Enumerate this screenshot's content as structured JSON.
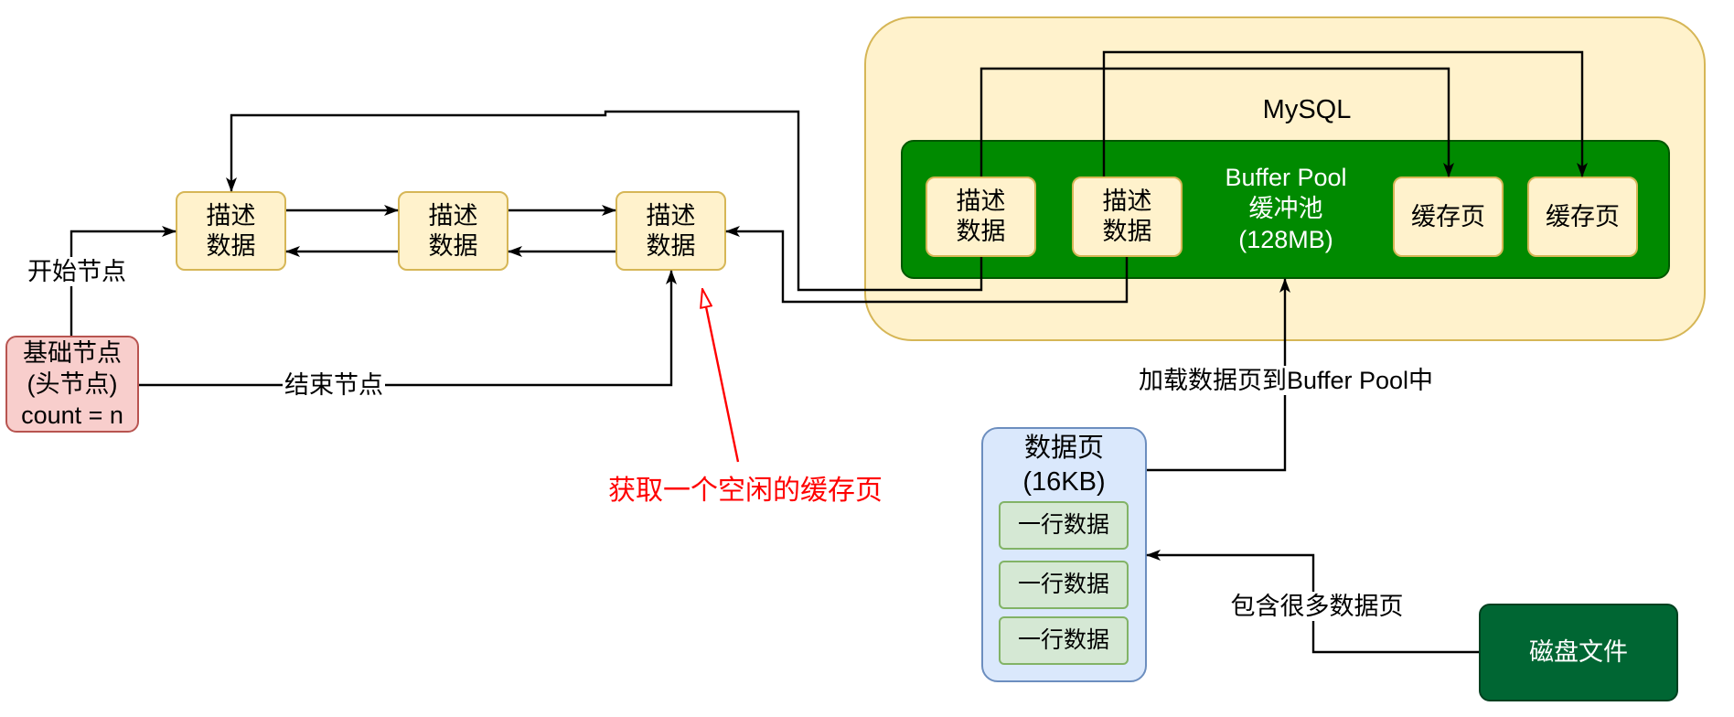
{
  "mysql": {
    "title": "MySQL",
    "buffer_pool": {
      "label": [
        "Buffer Pool",
        "缓冲池",
        "(128MB)"
      ],
      "description_blocks": [
        {
          "lines": [
            "描述",
            "数据"
          ]
        },
        {
          "lines": [
            "描述",
            "数据"
          ]
        }
      ],
      "cache_pages": [
        "缓存页",
        "缓存页"
      ]
    }
  },
  "free_list": {
    "base_node": {
      "lines": [
        "基础节点",
        "(头节点)",
        "count = n"
      ]
    },
    "nodes": [
      {
        "lines": [
          "描述",
          "数据"
        ]
      },
      {
        "lines": [
          "描述",
          "数据"
        ]
      },
      {
        "lines": [
          "描述",
          "数据"
        ]
      }
    ],
    "start_label": "开始节点",
    "end_label": "结束节点"
  },
  "annotation": {
    "text": "获取一个空闲的缓存页"
  },
  "data_page": {
    "lines": [
      "数据页",
      "(16KB)"
    ],
    "rows": [
      "一行数据",
      "一行数据",
      "一行数据"
    ]
  },
  "disk_file": {
    "label": "磁盘文件"
  },
  "edge_labels": {
    "load": "加载数据页到Buffer Pool中",
    "contains": "包含很多数据页"
  },
  "colors": {
    "note_fill": "#fff2cc",
    "note_stroke": "#d6b656",
    "buffer_pool_fill": "#008a00",
    "buffer_pool_stroke": "#005700",
    "base_node_fill": "#f8cecc",
    "base_node_stroke": "#b85450",
    "data_page_fill": "#dae8fc",
    "data_page_stroke": "#6c8ebf",
    "row_fill": "#d5e8d4",
    "row_stroke": "#82b366",
    "disk_fill": "#006633",
    "disk_stroke": "#00401f",
    "annotation": "#ff0000",
    "edge": "#000000"
  }
}
